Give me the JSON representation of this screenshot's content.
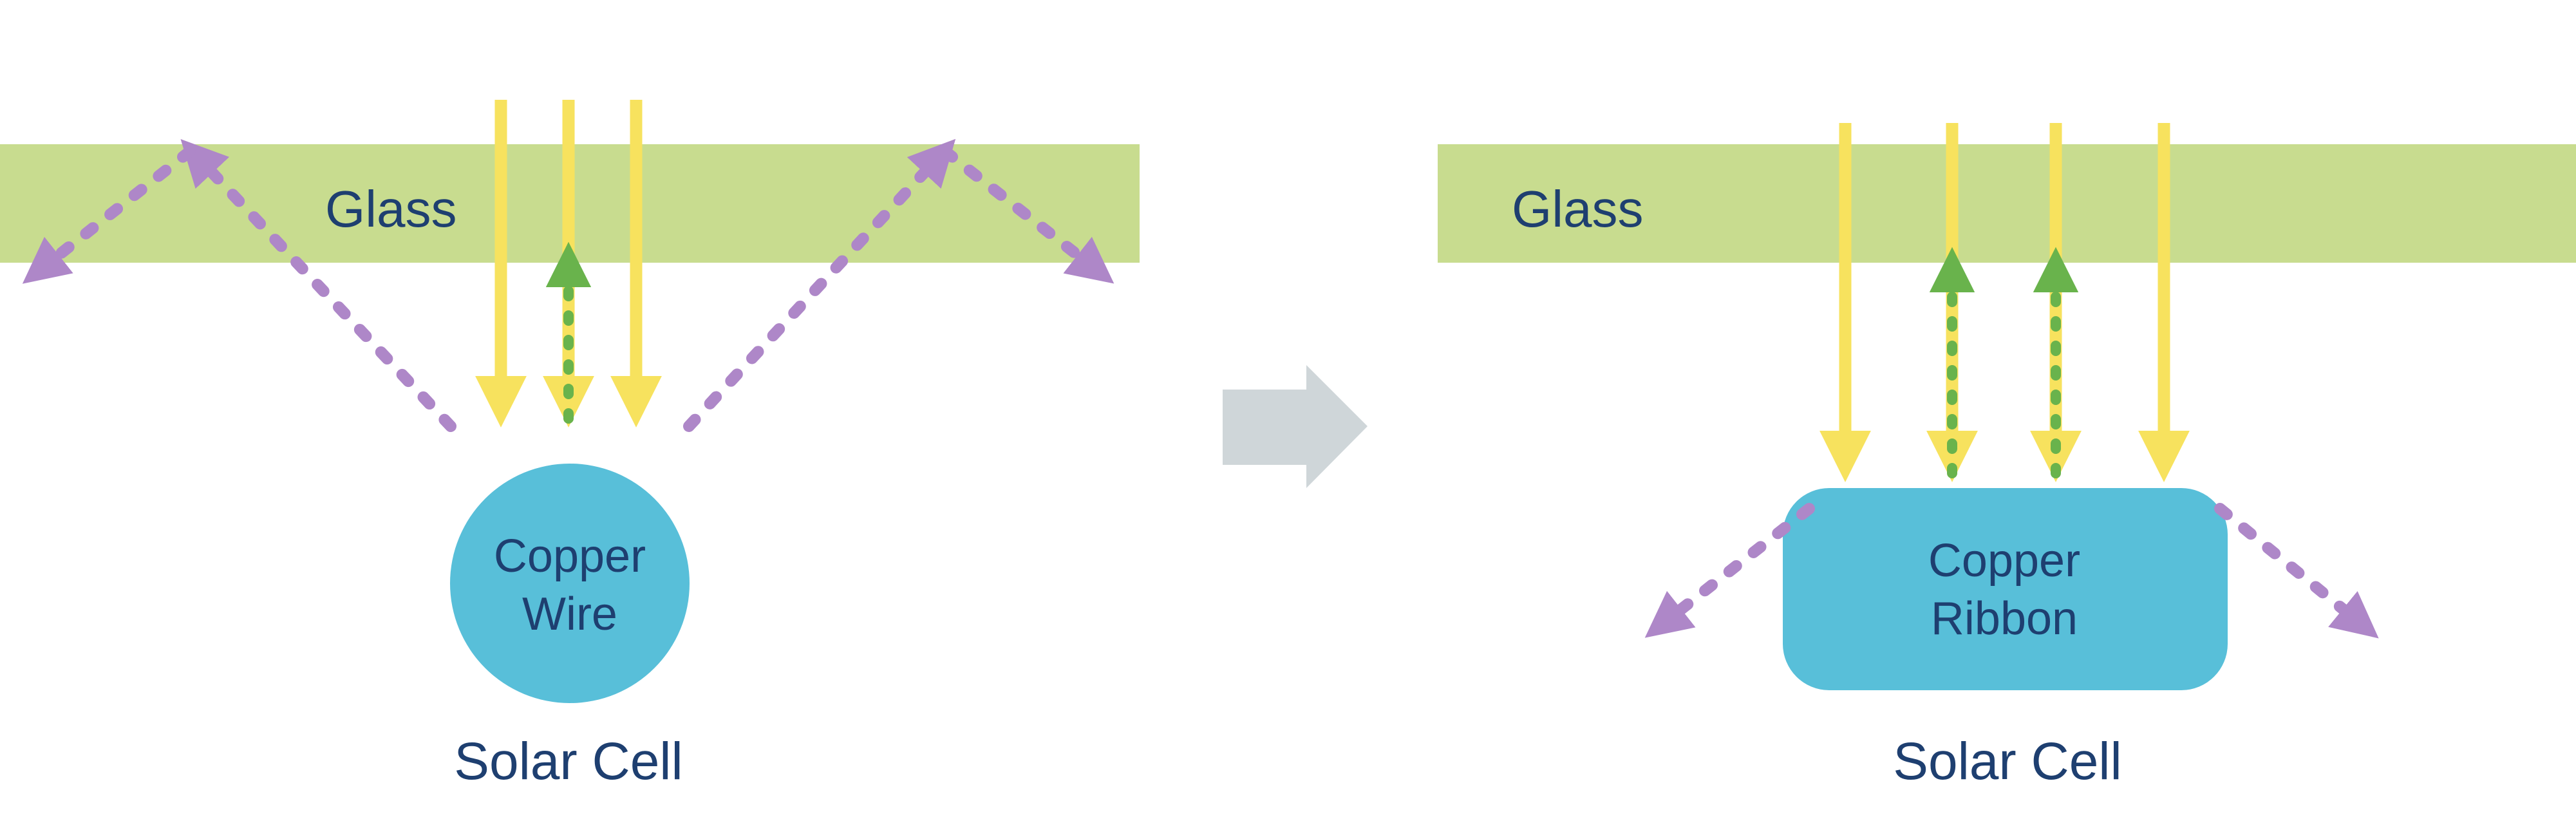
{
  "diagram": {
    "left_panel": {
      "glass_label": "Glass",
      "conductor": {
        "line1": "Copper",
        "line2": "Wire"
      },
      "cell_label": "Solar Cell"
    },
    "right_panel": {
      "glass_label": "Glass",
      "conductor": {
        "line1": "Copper",
        "line2": "Ribbon"
      },
      "cell_label": "Solar Cell"
    }
  },
  "icons": {
    "incident_light": "down-arrow-icon",
    "reflected_light": "up-dashed-arrow-icon",
    "scattered_light": "diagonal-dashed-arrow-icon",
    "transition": "block-right-arrow-icon"
  },
  "colors": {
    "background": "#ffffff",
    "glass": "#c8dc8f",
    "text_navy": "#1e3f70",
    "sunlight_yellow": "#f7e25e",
    "reflected_green": "#69b34c",
    "scattered_purple": "#ae87c8",
    "copper_blue": "#58bfd9",
    "transition_gray": "#cfd6d9"
  }
}
